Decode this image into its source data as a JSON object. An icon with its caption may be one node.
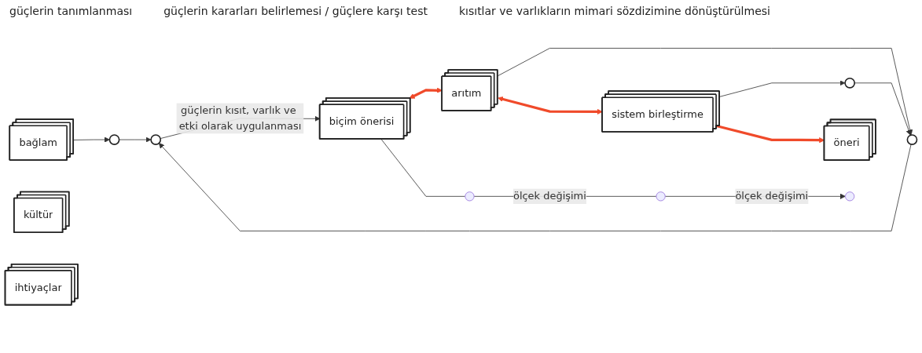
{
  "diagram": {
    "nodes": [
      {
        "text": [],
        "shape": "circle"
      },
      {
        "text": [],
        "shape": "circle"
      },
      {
        "text": [],
        "shape": "circle"
      },
      {
        "text": [],
        "shape": "circle"
      },
      {
        "text": [
          "bağlam"
        ]
      },
      {
        "text": [
          "kültür"
        ]
      },
      {
        "text": [
          "ihtiyaçlar"
        ]
      },
      {
        "text": [
          "biçim önerisi"
        ]
      },
      {
        "text": [
          "arıtım"
        ]
      },
      {
        "text": [
          "sistem birleştirme"
        ]
      },
      {
        "text": [
          "öneri"
        ]
      },
      {
        "text": [],
        "shape": "dot"
      },
      {
        "text": [],
        "shape": "dot"
      },
      {
        "text": [],
        "shape": "dot"
      }
    ],
    "edges": [
      {
        "from": 4,
        "to": 0,
        "arrow": "to"
      },
      {
        "from": 0,
        "to": 1,
        "arrow": "to"
      },
      {
        "from": 2,
        "to": 1,
        "arrow": "to"
      },
      {
        "from": 3,
        "to": 2,
        "arrow": "to"
      },
      {
        "from": 1,
        "to": 7,
        "arrow": "to",
        "label": "güçlerin kısıt, varlık ve etki olarak uygulanması"
      },
      {
        "from": 8,
        "to": 2,
        "arrow": "to"
      },
      {
        "from": 9,
        "to": 3,
        "arrow": "to"
      },
      {
        "from": 7,
        "to": 8,
        "arrow": "both",
        "style": "thick",
        "color": "#f04a2a"
      },
      {
        "from": 8,
        "to": 9,
        "arrow": "both",
        "style": "thick",
        "color": "#f04a2a"
      },
      {
        "from": 9,
        "to": 10,
        "arrow": "to",
        "style": "thick",
        "color": "#f04a2a"
      },
      {
        "from": 7,
        "to": 11,
        "arrow": "none"
      },
      {
        "from": 11,
        "to": 12,
        "arrow": "none",
        "label": "ölçek değişimi"
      },
      {
        "from": 12,
        "to": 13,
        "arrow": "to",
        "label": "ölçek değişimi"
      }
    ],
    "labels": [
      "güçlerin tanımlanması",
      "güçlerin kararları belirlemesi / güçlere karşı test",
      "kısıtlar ve varlıkların mimari sözdizimine dönüştürülmesi"
    ]
  }
}
